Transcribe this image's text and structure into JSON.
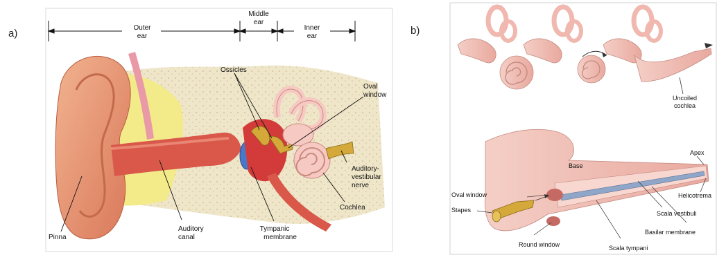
{
  "panel_a": {
    "letter": "a)",
    "sections": {
      "outer_1": "Outer",
      "outer_2": "ear",
      "middle_1": "Middle",
      "middle_2": "ear",
      "inner_1": "Inner",
      "inner_2": "ear"
    },
    "labels": {
      "ossicles": "Ossicles",
      "oval_window_1": "Oval",
      "oval_window_2": "window",
      "auditory_vestibular_1": "Auditory-",
      "auditory_vestibular_2": "vestibular",
      "auditory_vestibular_3": "nerve",
      "cochlea": "Cochlea",
      "tympanic_1": "Tympanic",
      "tympanic_2": "membrane",
      "auditory_canal_1": "Auditory",
      "auditory_canal_2": "canal",
      "pinna": "Pinna"
    }
  },
  "panel_b": {
    "letter": "b)",
    "labels": {
      "uncoiled_1": "Uncoiled",
      "uncoiled_2": "cochlea",
      "base": "Base",
      "apex": "Apex",
      "oval_window": "Oval window",
      "stapes": "Stapes",
      "helicotrema": "Helicotrema",
      "scala_vestibuli": "Scala vestibuli",
      "basilar_membrane": "Basilar membrane",
      "round_window": "Round window",
      "scala_tympani": "Scala tympani"
    }
  },
  "colors": {
    "skin": "#e8a07c",
    "canal": "#d9584a",
    "bone": "#efe6c9",
    "yellow": "#f3ea8a",
    "cochlea": "#f6c9c2",
    "nerve": "#d4a93a",
    "membrane": "#4a78c8",
    "panel_b_pink": "#f2c4bc"
  }
}
